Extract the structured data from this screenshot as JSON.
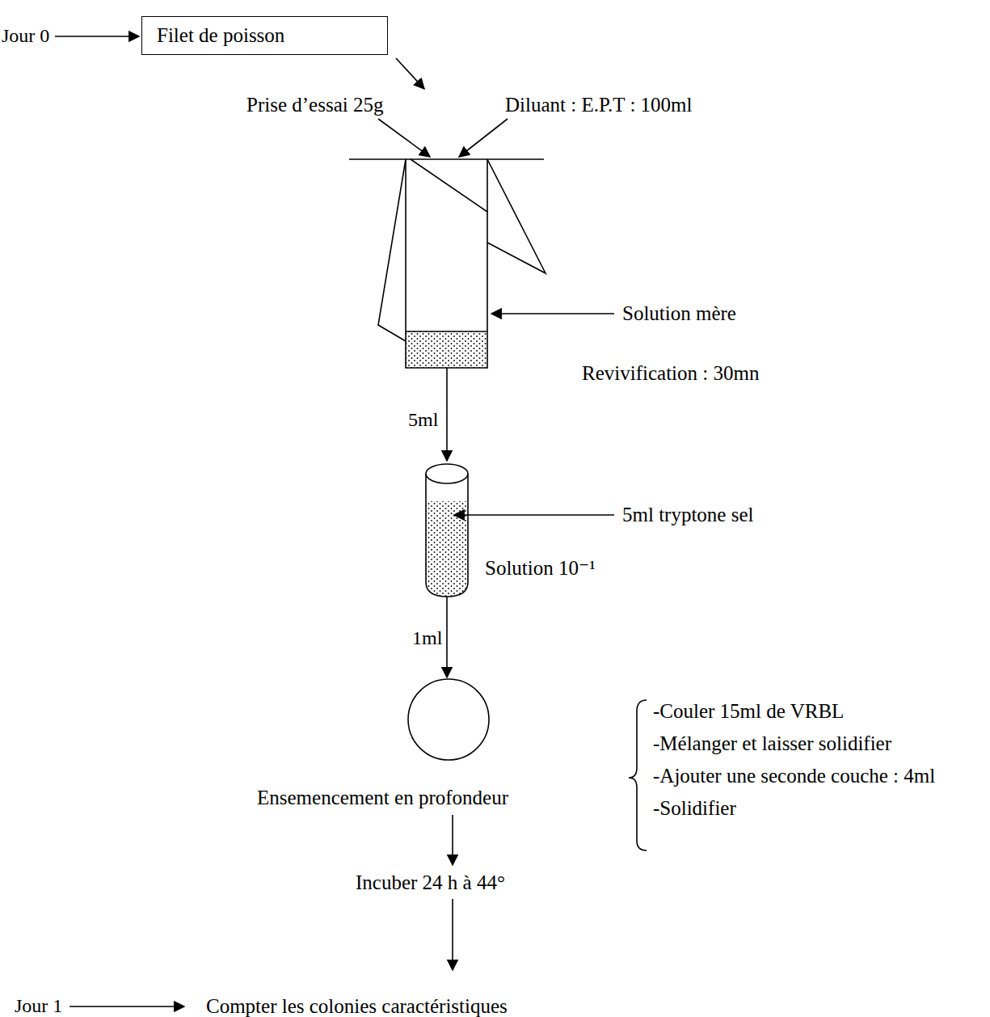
{
  "diagram": {
    "nodes": [
      {
        "text": [
          "Filet de poisson"
        ]
      }
    ],
    "labels": [
      "Jour 0",
      "Prise d’essai 25g",
      "Diluant : E.P.T : 100ml",
      "Solution mère",
      "Revivification : 30mn",
      "5ml",
      "5ml tryptone sel",
      "Solution 10⁻¹",
      "1ml",
      "Ensemencement en profondeur",
      "-Couler 15ml de VRBL",
      "-Mélanger et laisser solidifier",
      "-Ajouter une seconde couche : 4ml",
      "-Solidifier",
      "Incuber 24 h à 44°",
      "Jour 1",
      "Compter les colonies caractéristiques"
    ]
  }
}
